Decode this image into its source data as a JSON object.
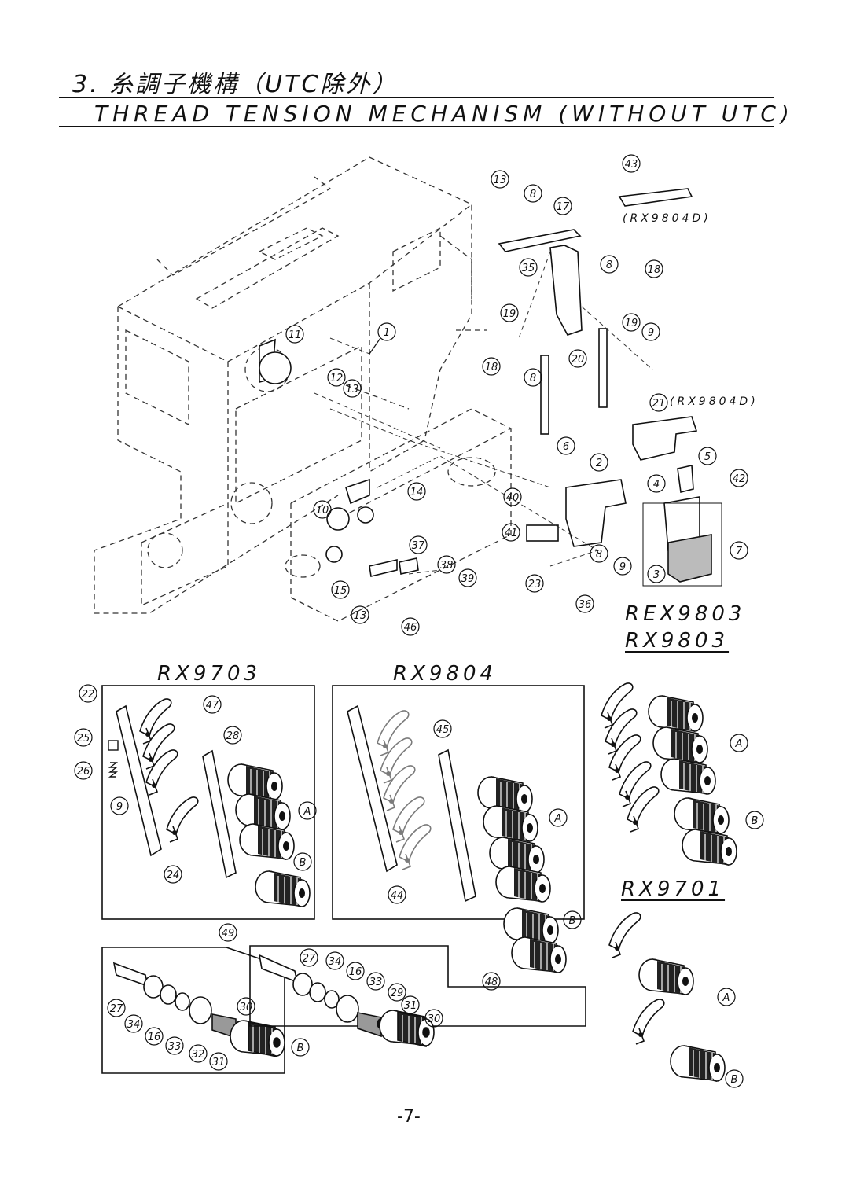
{
  "header": {
    "title_jp": "3. 糸調子機構（UTC除外）",
    "title_en": "THREAD TENSION MECHANISM (WITHOUT UTC)"
  },
  "notes": {
    "rx9804d_top": "(RX9804D)",
    "rx9804d_mid": "(RX9804D)"
  },
  "models": {
    "rex9803": "REX9803",
    "rx9803": "RX9803",
    "rx9703": "RX9703",
    "rx9804": "RX9804",
    "rx9701": "RX9701"
  },
  "callouts": [
    "1",
    "2",
    "3",
    "4",
    "5",
    "6",
    "7",
    "8",
    "8",
    "8",
    "8",
    "9",
    "9",
    "9",
    "10",
    "11",
    "12",
    "13",
    "13",
    "13",
    "14",
    "15",
    "16",
    "16",
    "17",
    "18",
    "18",
    "19",
    "19",
    "20",
    "21",
    "22",
    "23",
    "24",
    "25",
    "26",
    "27",
    "27",
    "28",
    "29",
    "30",
    "30",
    "31",
    "31",
    "32",
    "33",
    "33",
    "34",
    "34",
    "35",
    "36",
    "37",
    "38",
    "39",
    "40",
    "41",
    "42",
    "43",
    "44",
    "45",
    "46",
    "47",
    "48",
    "49",
    "A",
    "A",
    "A",
    "A",
    "B",
    "B",
    "B",
    "B",
    "B"
  ],
  "page_number": "-7-"
}
